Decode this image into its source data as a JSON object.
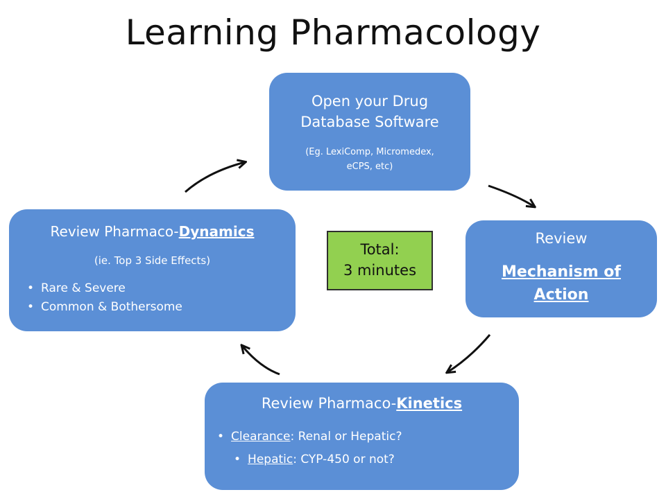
{
  "title": "Learning Pharmacology",
  "top_box": {
    "line1": "Open your Drug",
    "line2": "Database Software",
    "note1": "(Eg. LexiComp, Micromedex,",
    "note2": "eCPS, etc)"
  },
  "right_box": {
    "line1": "Review",
    "line2": "Mechanism of",
    "line3": "Action"
  },
  "left_box": {
    "line_prefix": "Review Pharmaco-",
    "line_emph": "Dynamics",
    "note": "(ie.  Top 3 Side Effects)",
    "bullets": [
      "Rare & Severe",
      "Common & Bothersome"
    ]
  },
  "bottom_box": {
    "line_prefix": "Review  Pharmaco-",
    "line_emph": "Kinetics",
    "bullet1_term": "Clearance",
    "bullet1_rest": ": Renal or Hepatic?",
    "bullet2_term": "Hepatic",
    "bullet2_rest": ":  CYP-450 or not?"
  },
  "total": {
    "line1": "Total:",
    "line2": "3 minutes"
  },
  "colors": {
    "box": "#5b8fd6",
    "total_box": "#92d050"
  }
}
